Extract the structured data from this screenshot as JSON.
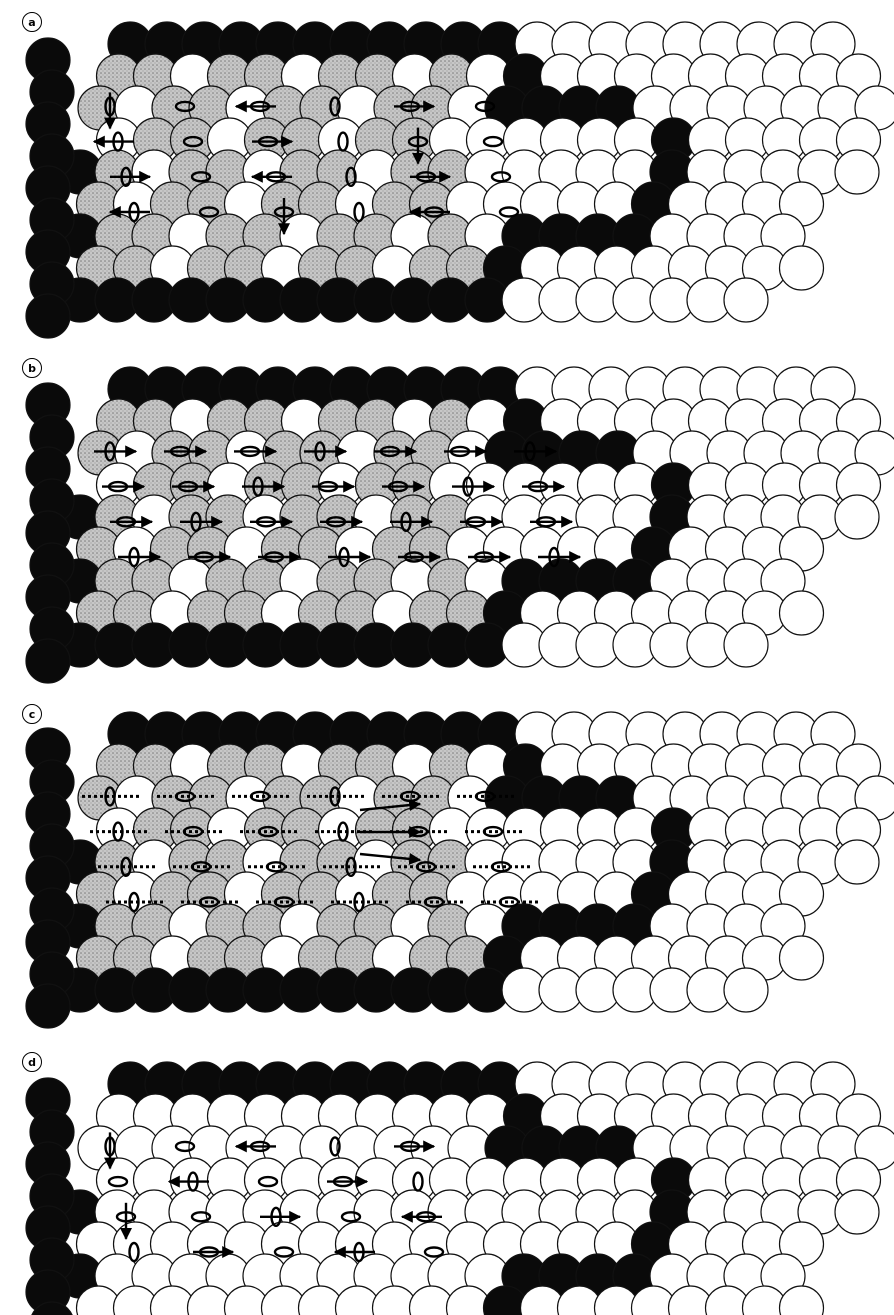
{
  "panels": [
    {
      "label": "a",
      "id": "a"
    },
    {
      "label": "b",
      "id": "b"
    },
    {
      "label": "c",
      "id": "c"
    },
    {
      "label": "d",
      "id": "d"
    }
  ],
  "colors": {
    "atom_white": "#ffffff",
    "atom_black": "#0a0a0a",
    "atom_grey": "#b3b3b3",
    "outline": "#111111",
    "arrow": "#000000"
  }
}
